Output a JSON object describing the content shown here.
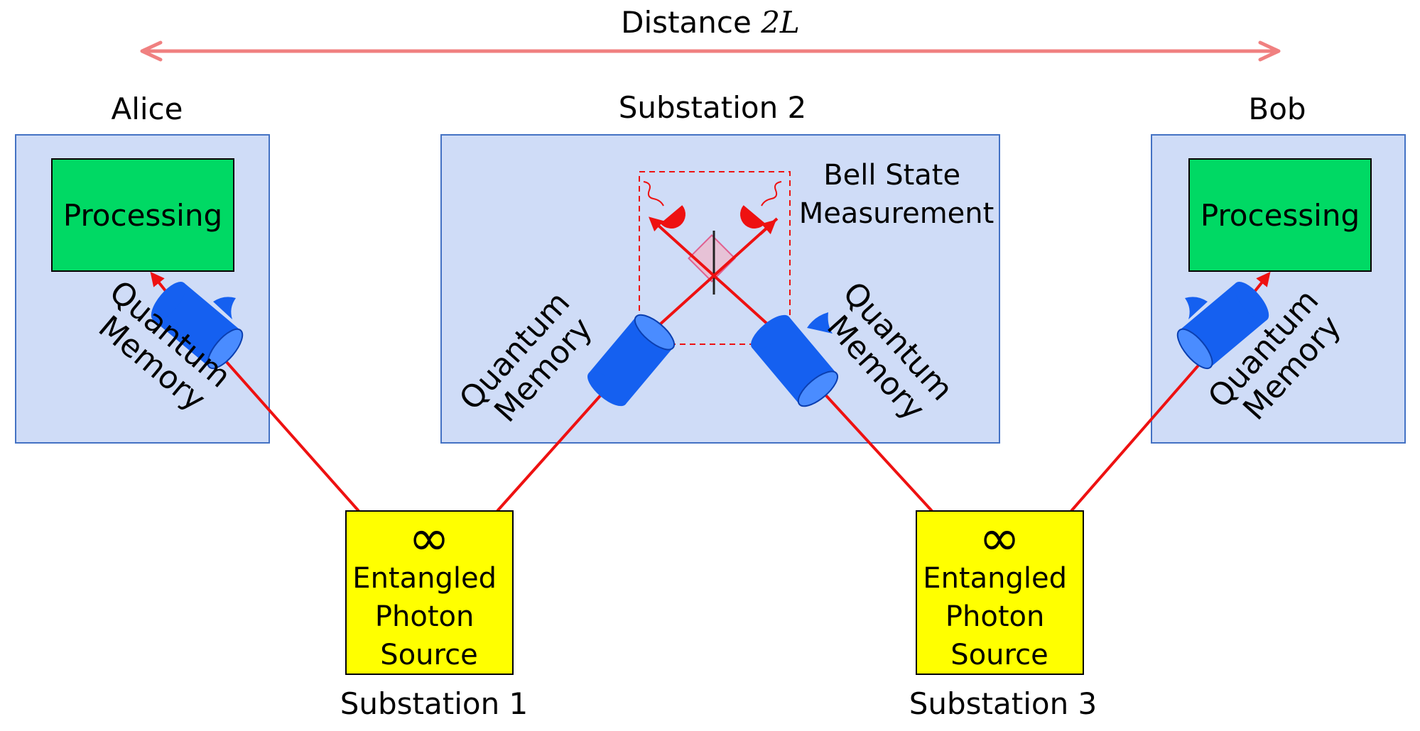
{
  "distance": {
    "label": "Distance",
    "variable": "2L"
  },
  "alice": {
    "name": "Alice",
    "processing": "Processing",
    "memory": [
      "Quantum",
      "Memory"
    ]
  },
  "bob": {
    "name": "Bob",
    "processing": "Processing",
    "memory": [
      "Quantum",
      "Memory"
    ]
  },
  "substation2": {
    "name": "Substation 2",
    "bsm": [
      "Bell State",
      "Measurement"
    ],
    "left_memory": [
      "Quantum",
      "Memory"
    ],
    "right_memory": [
      "Quantum",
      "Memory"
    ]
  },
  "source1": {
    "symbol": "∞",
    "lines": [
      "Entangled",
      "Photon",
      "Source"
    ],
    "name": "Substation 1"
  },
  "source3": {
    "symbol": "∞",
    "lines": [
      "Entangled",
      "Photon",
      "Source"
    ],
    "name": "Substation 3"
  },
  "colors": {
    "station_fill": "#cfdcf7",
    "station_stroke": "#4472c4",
    "processing_fill": "#00d964",
    "source_fill": "#ffff00",
    "photon_red": "#ee1111",
    "memory_blue": "#1560f0",
    "distance_arrow": "#f08080"
  }
}
